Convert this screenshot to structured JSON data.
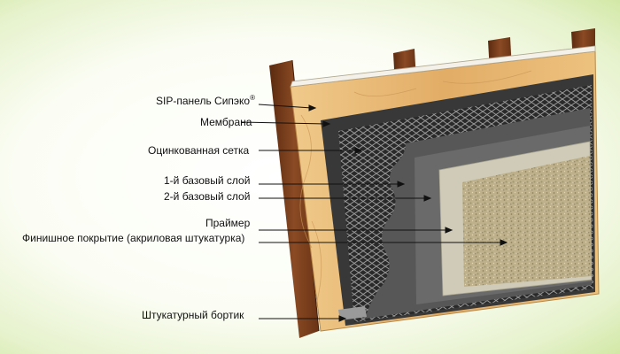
{
  "labels": {
    "sip_panel": "SIP-панель Сипэко",
    "sip_mark": "®",
    "membrane": "Мембрана",
    "mesh": "Оцинкованная сетка",
    "base1": "1-й базовый слой",
    "base2": "2-й базовый слой",
    "primer": "Праймер",
    "finish": "Финишное покрытие (акриловая штукатурка)",
    "bead": "Штукатурный бортик"
  },
  "colors": {
    "background": "#d8ecb0",
    "timber": "#7a3d1c",
    "sip": "#e4b36e",
    "membrane": "#333333",
    "mesh": "#2d2d2d",
    "base_coat_1": "#5e5e5e",
    "base_coat_2": "#6f6f6f",
    "primer": "#c9c6b4",
    "finish": "#b8ab84"
  }
}
